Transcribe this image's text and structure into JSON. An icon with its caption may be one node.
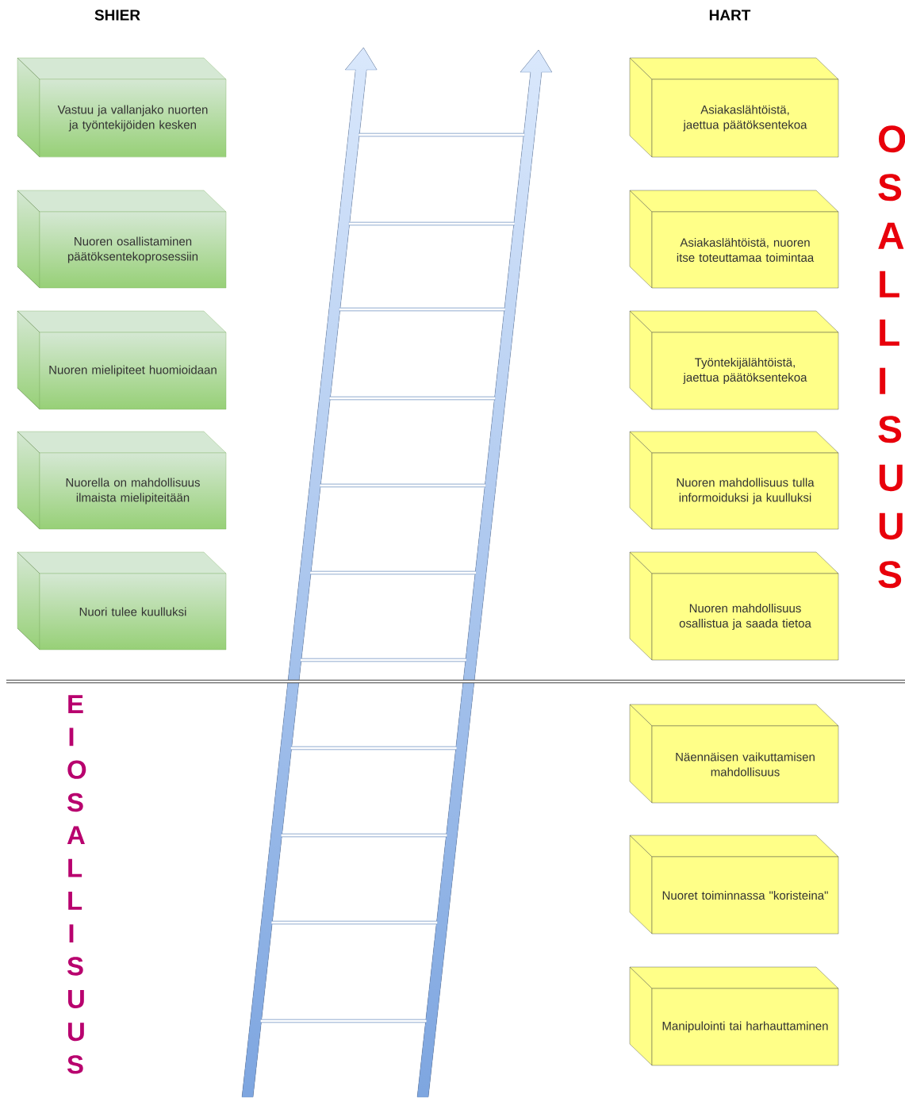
{
  "diagram": {
    "nodes": [
      {
        "text": [
          "Vastuu ja vallanjako nuorten ja työntekijöiden kesken"
        ]
      },
      {
        "text": [
          "Nuoren osallistaminen päätöksentekoprosessiin"
        ]
      },
      {
        "text": [
          "Nuoren mielipiteet huomioidaan"
        ]
      },
      {
        "text": [
          "Nuorella on mahdollisuus ilmaista mielipiteitään"
        ]
      },
      {
        "text": [
          "Nuori tulee kuulluksi"
        ]
      },
      {
        "text": [
          "Asiakaslähtöistä, jaettua päätöksentekoa"
        ]
      },
      {
        "text": [
          "Asiakaslähtöistä, nuoren itse toteuttamaa toimintaa"
        ]
      },
      {
        "text": [
          "Työntekijälähtöistä, jaettua päätöksentekoa"
        ]
      },
      {
        "text": [
          "Nuoren mahdollisuus tulla informoiduksi ja kuulluksi"
        ]
      },
      {
        "text": [
          "Nuoren mahdollisuus osallistua ja saada tietoa"
        ]
      },
      {
        "text": [
          "Näennäisen vaikuttamisen mahdollisuus"
        ]
      },
      {
        "text": [
          "Nuoret toiminnassa \"koristeina\""
        ]
      },
      {
        "text": [
          "Manipulointi tai harhauttaminen"
        ]
      }
    ],
    "labels": [
      "SHIER",
      "HART",
      "OSALLISUUS",
      "EI OSALLISUUS"
    ]
  }
}
